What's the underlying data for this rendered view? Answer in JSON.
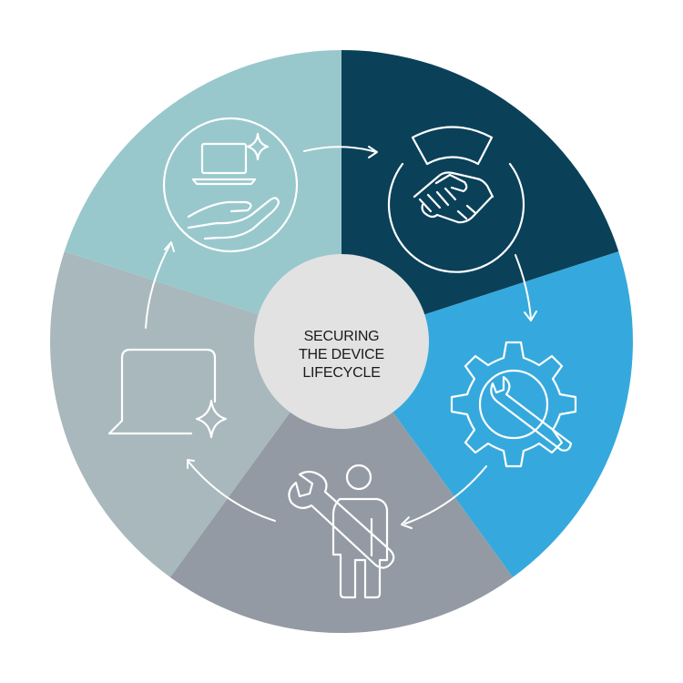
{
  "diagram": {
    "center_label_lines": [
      "SECURING",
      "THE DEVICE",
      "LIFECYCLE"
    ],
    "colors": {
      "top_left_segment": "#98c8cc",
      "top_right_segment": "#0a4159",
      "right_segment": "#35a9dd",
      "bottom_segment": "#939aa3",
      "left_segment": "#a8b8bd",
      "center_fill": "#e2e2e2",
      "icon_stroke": "#ffffff"
    },
    "stages": [
      {
        "icon": "laptop-in-hand-sparkle-icon"
      },
      {
        "icon": "handshake-icon"
      },
      {
        "icon": "gear-wrench-icon"
      },
      {
        "icon": "person-with-wrench-icon"
      },
      {
        "icon": "laptop-sparkle-icon"
      }
    ]
  }
}
